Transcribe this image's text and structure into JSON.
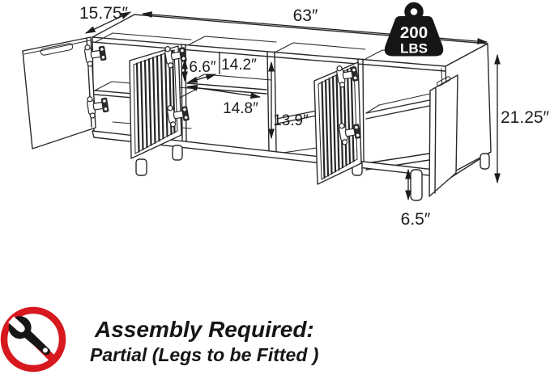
{
  "diagram": {
    "dimensions": {
      "overall_width": "63″",
      "depth": "15.75″",
      "overall_height": "21.25″",
      "leg_height": "6.5″",
      "upper_shelf_height": "6.6″",
      "shelf_width_top": "14.2″",
      "shelf_width_bottom": "14.8″",
      "compartment_height": "13.9″"
    },
    "weight_capacity": {
      "value": "200",
      "unit": "LBS"
    }
  },
  "assembly": {
    "title": "Assembly Required:",
    "subtitle": "Partial (Legs to be Fitted )"
  },
  "icons": {
    "weight": "weight-capacity-icon",
    "no_tools": "no-tools-icon"
  },
  "colors": {
    "line": "#2a2a2a",
    "text": "#1d1d1d",
    "prohibition_red": "#d7181f",
    "icon_black": "#161616",
    "background": "#ffffff"
  }
}
